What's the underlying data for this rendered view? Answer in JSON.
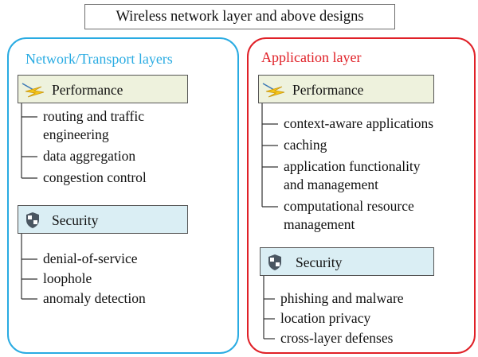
{
  "title": "Wireless network layer and above designs",
  "colors": {
    "left_border": "#29abe2",
    "right_border": "#e02027",
    "left_title": "#29abe2",
    "right_title": "#e02027",
    "performance_fill": "#eef2dd",
    "security_fill": "#daeef4"
  },
  "left": {
    "title": "Network/Transport layers",
    "performance": {
      "label": "Performance",
      "icon": "lightning-icon",
      "items": [
        [
          "routing and traffic",
          "engineering"
        ],
        [
          "data aggregation"
        ],
        [
          "congestion control"
        ]
      ]
    },
    "security": {
      "label": "Security",
      "icon": "shield-icon",
      "items": [
        [
          "denial-of-service"
        ],
        [
          "loophole"
        ],
        [
          "anomaly detection"
        ]
      ]
    }
  },
  "right": {
    "title": "Application layer",
    "performance": {
      "label": "Performance",
      "icon": "lightning-icon",
      "items": [
        [
          "context-aware applications"
        ],
        [
          "caching"
        ],
        [
          "application functionality",
          "and management"
        ],
        [
          "computational resource",
          "management"
        ]
      ]
    },
    "security": {
      "label": "Security",
      "icon": "shield-icon",
      "items": [
        [
          "phishing and malware"
        ],
        [
          "location privacy"
        ],
        [
          "cross-layer defenses"
        ]
      ]
    }
  }
}
